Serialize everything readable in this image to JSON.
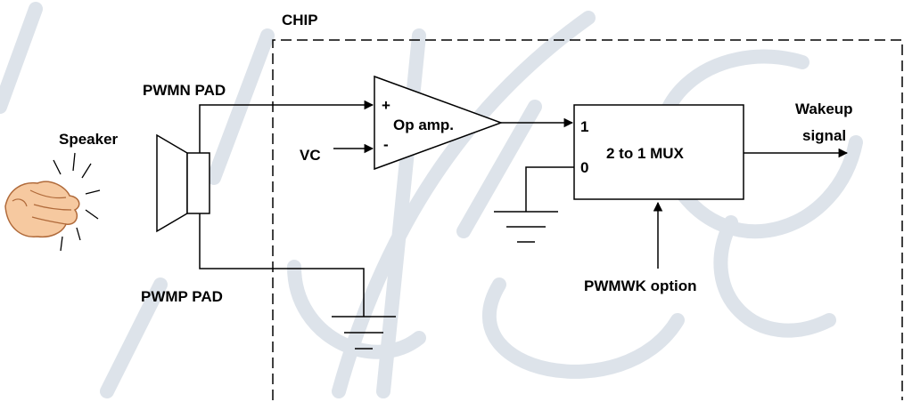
{
  "labels": {
    "chip": "CHIP",
    "pwmn_pad": "PWMN PAD",
    "pwmp_pad": "PWMP PAD",
    "speaker": "Speaker",
    "vc": "VC",
    "plus": "+",
    "minus": "-",
    "op_amp": "Op amp.",
    "mux_in_1": "1",
    "mux_in_0": "0",
    "mux": "2 to 1 MUX",
    "wakeup_line1": "Wakeup",
    "wakeup_line2": "signal",
    "pwmwk_option": "PWMWK option"
  },
  "colors": {
    "line": "#000000",
    "watermark": "#dde3ea",
    "hand_fill": "#f6c9a0",
    "hand_stroke": "#b06a3a"
  },
  "icons": {
    "speaker": "speaker-icon",
    "clapping_hands": "clapping-hands-icon",
    "ground": "ground-icon"
  }
}
